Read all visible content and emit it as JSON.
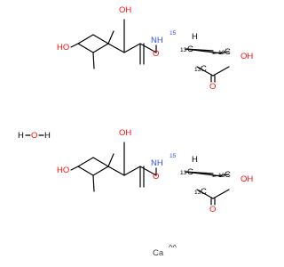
{
  "colors": {
    "bond": "#000000",
    "oxygen": "#ff0d0d",
    "nitrogen": "#3050f8",
    "carbon": "#000000",
    "calcium": "#3d3d3d",
    "background": "#ffffff"
  },
  "molecule_1": {
    "oh_top": "OH",
    "ho_left": "HO",
    "nh": "NH",
    "n_isotope": "15",
    "c_isotope_1": "13",
    "c_isotope_2": "13",
    "c_isotope_3": "13",
    "c_atom_1": "C",
    "c_atom_2": "C",
    "c_atom_3": "C",
    "h_label": "H",
    "carbonyl_o": "O",
    "acid_oh": "OH",
    "acid_o": "O"
  },
  "molecule_2": {
    "oh_top": "OH",
    "ho_left": "HO",
    "nh": "NH",
    "n_isotope": "15",
    "c_isotope_1": "13",
    "c_isotope_2": "13",
    "c_isotope_3": "13",
    "c_atom_1": "C",
    "c_atom_2": "C",
    "c_atom_3": "C",
    "h_label": "H",
    "carbonyl_o": "O",
    "acid_oh": "OH",
    "acid_o": "O"
  },
  "water": {
    "h_left": "H",
    "o": "O",
    "h_right": "H"
  },
  "calcium": {
    "symbol": "Ca",
    "radical": "^^"
  }
}
